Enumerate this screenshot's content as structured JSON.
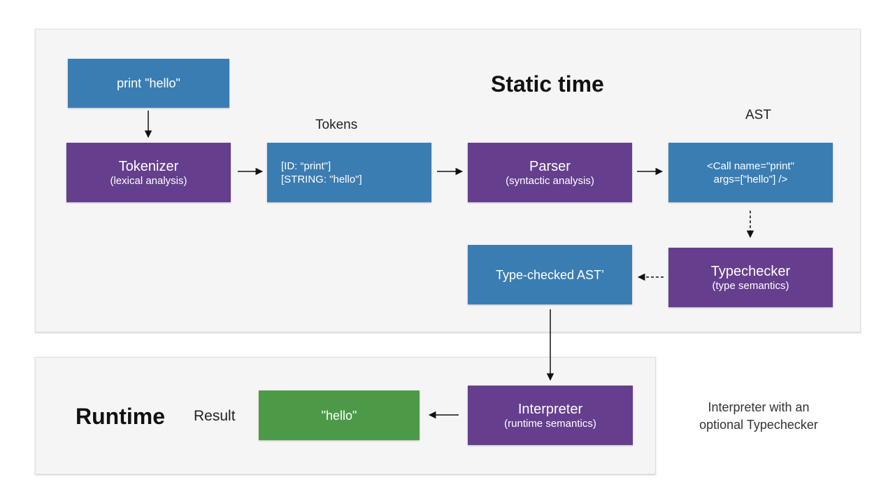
{
  "static_panel": {
    "title": "Static time",
    "source_box": "print \"hello\"",
    "tokenizer": {
      "title": "Tokenizer",
      "subtitle": "(lexical analysis)"
    },
    "tokens_label": "Tokens",
    "tokens": [
      "[ID: “print\"]",
      "[STRING: \"hello\"]"
    ],
    "parser": {
      "title": "Parser",
      "subtitle": "(syntactic analysis)"
    },
    "ast_label": "AST",
    "ast_lines": [
      "<Call name=\"print\"",
      "args=[\"hello\"] />"
    ],
    "typechecker": {
      "title": "Typechecker",
      "subtitle": "(type semantics)"
    },
    "typed_ast": "Type-checked AST’"
  },
  "runtime_panel": {
    "title": "Runtime",
    "result_label": "Result",
    "result_box": "\"hello\"",
    "interpreter": {
      "title": "Interpreter",
      "subtitle": "(runtime semantics)"
    }
  },
  "note": {
    "line1": "Interpreter with an",
    "line2": "optional Typechecker"
  },
  "colors": {
    "blue": "#3a7db3",
    "purple": "#653f8e",
    "green": "#4c9a47",
    "panel": "#f5f5f5"
  }
}
